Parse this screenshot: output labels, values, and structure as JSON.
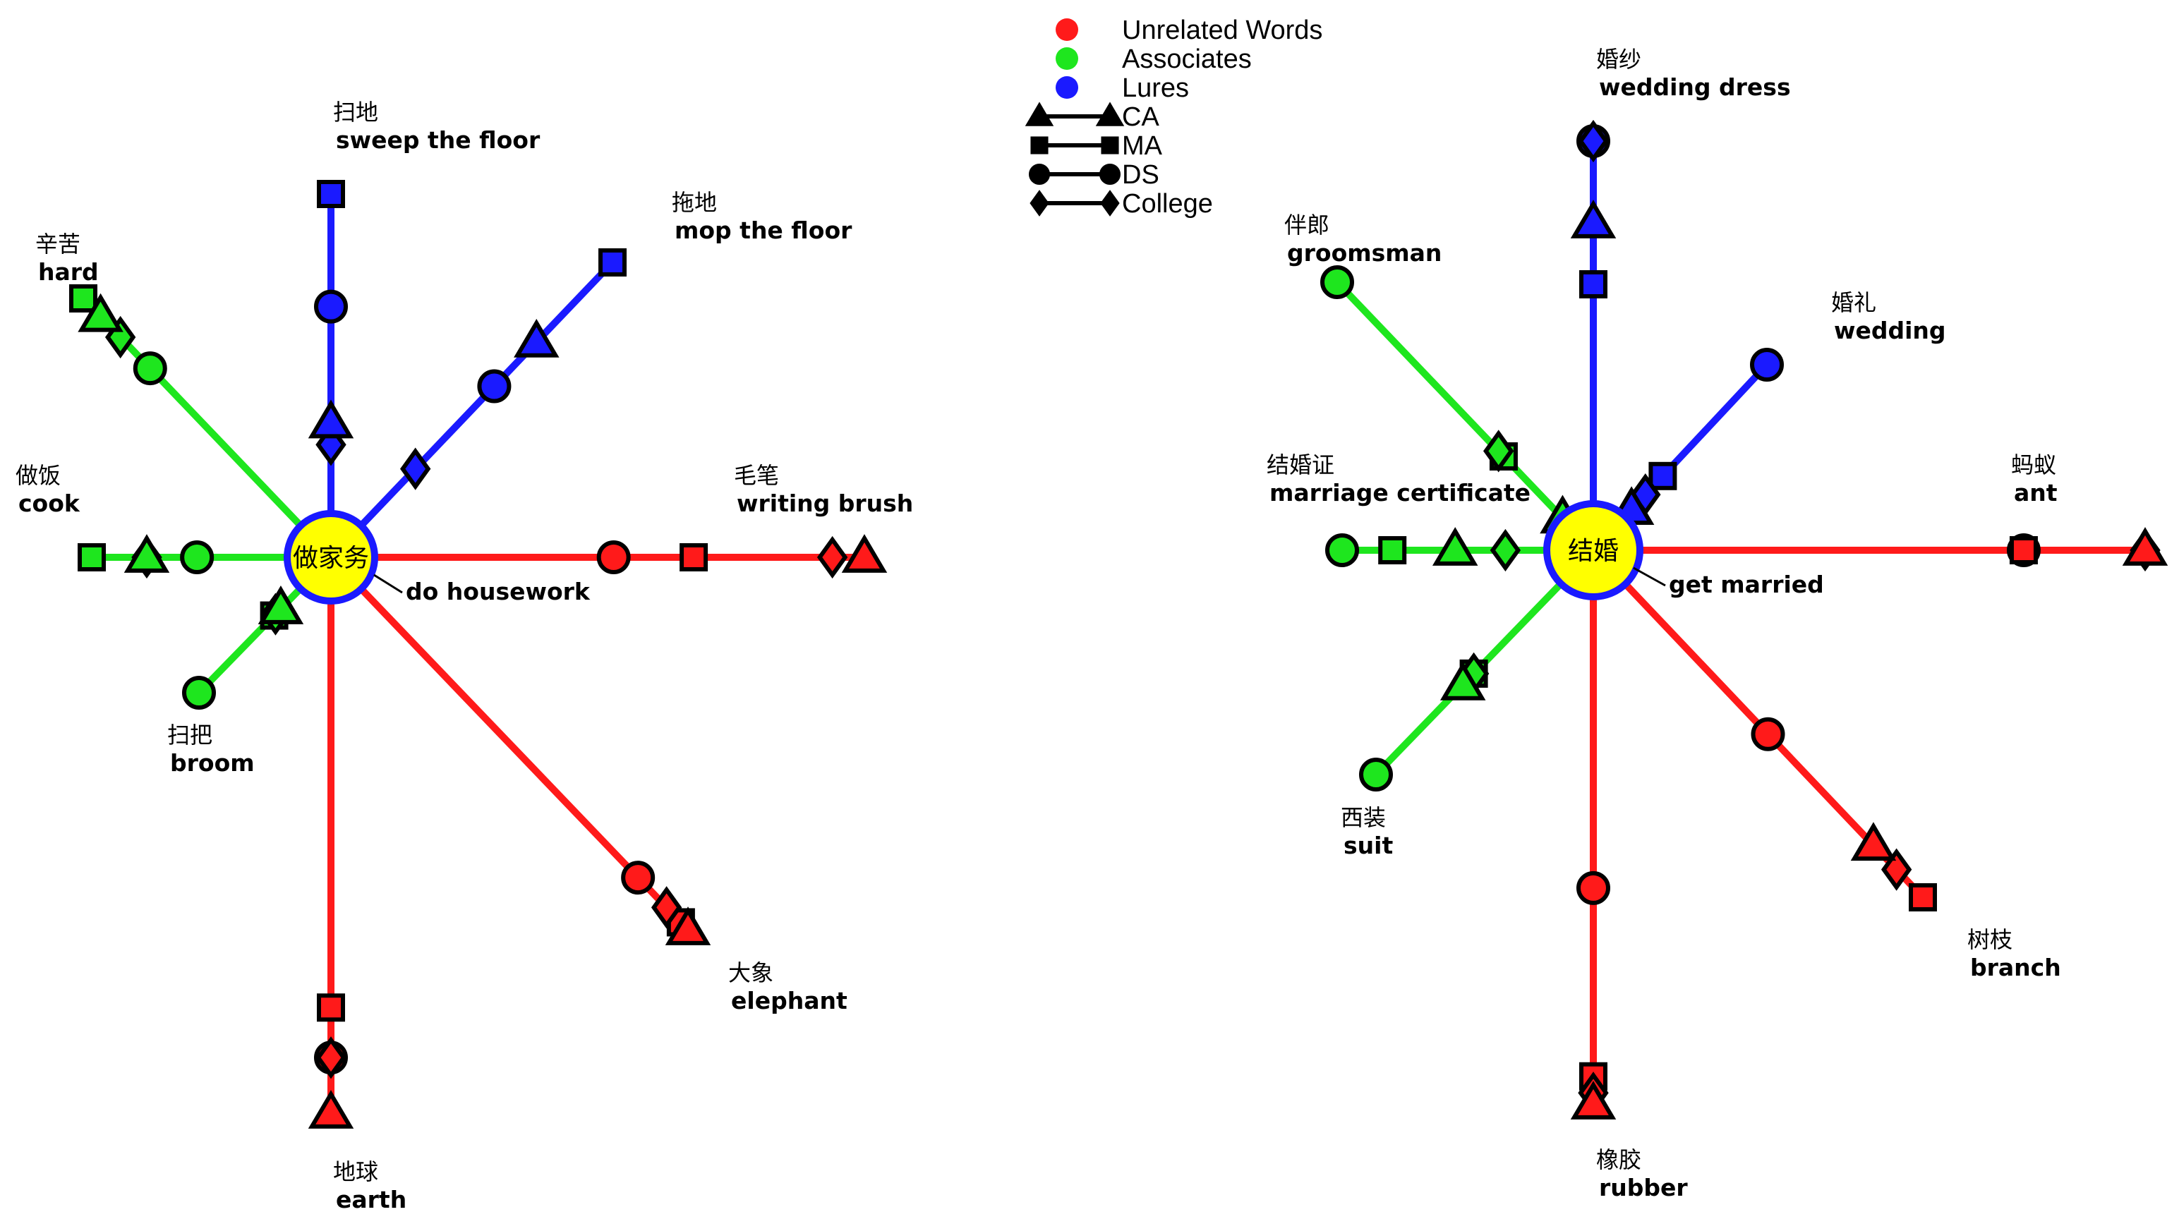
{
  "legend": {
    "colors": [
      {
        "label": "Unrelated Words",
        "color": "#ff1a1a"
      },
      {
        "label": "Associates",
        "color": "#1ee61e"
      },
      {
        "label": "Lures",
        "color": "#1a1aff"
      }
    ],
    "groups": [
      {
        "label": "CA",
        "marker": "triangle"
      },
      {
        "label": "MA",
        "marker": "square"
      },
      {
        "label": "DS",
        "marker": "circle"
      },
      {
        "label": "College",
        "marker": "diamond"
      }
    ]
  },
  "colors": {
    "unrelated": "#ff1a1a",
    "associate": "#1ee61e",
    "lure": "#1a1aff",
    "hub_fill": "#ffff00",
    "hub_stroke": "#1a1aff"
  },
  "networks": [
    {
      "center": {
        "zh": "做家务",
        "en": "do housework"
      },
      "spokes": [
        {
          "zh": "扫地",
          "en": "sweep the floor",
          "type": "lure",
          "values": {
            "triangle": 0.37,
            "square": 1.0,
            "circle": 0.69,
            "diamond": 0.31
          }
        },
        {
          "zh": "拖地",
          "en": "mop the floor",
          "type": "lure",
          "values": {
            "triangle": 0.73,
            "square": 1.0,
            "circle": 0.58,
            "diamond": 0.3
          }
        },
        {
          "zh": "辛苦",
          "en": "hard",
          "type": "associate",
          "values": {
            "triangle": 0.93,
            "square": 1.0,
            "circle": 0.73,
            "diamond": 0.85
          }
        },
        {
          "zh": "做饭",
          "en": "cook",
          "type": "associate",
          "values": {
            "triangle": 0.77,
            "square": 1.0,
            "circle": 0.56,
            "diamond": 0.77
          }
        },
        {
          "zh": "扫把",
          "en": "broom",
          "type": "associate",
          "values": {
            "triangle": 0.38,
            "square": 0.43,
            "circle": 1.0,
            "diamond": 0.42
          }
        },
        {
          "zh": "毛笔",
          "en": "writing brush",
          "type": "unrelated",
          "values": {
            "triangle": 1.0,
            "square": 0.68,
            "circle": 0.53,
            "diamond": 0.94
          }
        },
        {
          "zh": "大象",
          "en": "elephant",
          "type": "unrelated",
          "values": {
            "triangle": 1.0,
            "square": 0.98,
            "circle": 0.86,
            "diamond": 0.94
          }
        },
        {
          "zh": "地球",
          "en": "earth",
          "type": "unrelated",
          "values": {
            "triangle": 1.0,
            "square": 0.81,
            "circle": 0.9,
            "diamond": 0.9
          }
        }
      ]
    },
    {
      "center": {
        "zh": "结婚",
        "en": "get married"
      },
      "spokes": [
        {
          "zh": "婚纱",
          "en": "wedding dress",
          "type": "lure",
          "values": {
            "triangle": 0.8,
            "square": 0.65,
            "circle": 1.0,
            "diamond": 1.0
          }
        },
        {
          "zh": "婚礼",
          "en": "wedding",
          "type": "lure",
          "values": {
            "triangle": 0.22,
            "square": 0.4,
            "circle": 1.0,
            "diamond": 0.3
          }
        },
        {
          "zh": "伴郎",
          "en": "groomsman",
          "type": "associate",
          "values": {
            "triangle": 0.12,
            "square": 0.35,
            "circle": 1.0,
            "diamond": 0.37
          }
        },
        {
          "zh": "结婚证",
          "en": "marriage certificate",
          "type": "associate",
          "values": {
            "triangle": 0.55,
            "square": 0.8,
            "circle": 1.0,
            "diamond": 0.35
          }
        },
        {
          "zh": "西装",
          "en": "suit",
          "type": "associate",
          "values": {
            "triangle": 0.6,
            "square": 0.55,
            "circle": 1.0,
            "diamond": 0.55
          }
        },
        {
          "zh": "蚂蚁",
          "en": "ant",
          "type": "unrelated",
          "values": {
            "triangle": 1.0,
            "square": 0.78,
            "circle": 0.78,
            "diamond": 1.0
          }
        },
        {
          "zh": "树枝",
          "en": "branch",
          "type": "unrelated",
          "values": {
            "triangle": 0.85,
            "square": 1.0,
            "circle": 0.53,
            "diamond": 0.92
          }
        },
        {
          "zh": "橡胶",
          "en": "rubber",
          "type": "unrelated",
          "values": {
            "triangle": 1.0,
            "square": 0.95,
            "circle": 0.61,
            "diamond": 0.98
          }
        }
      ]
    }
  ]
}
